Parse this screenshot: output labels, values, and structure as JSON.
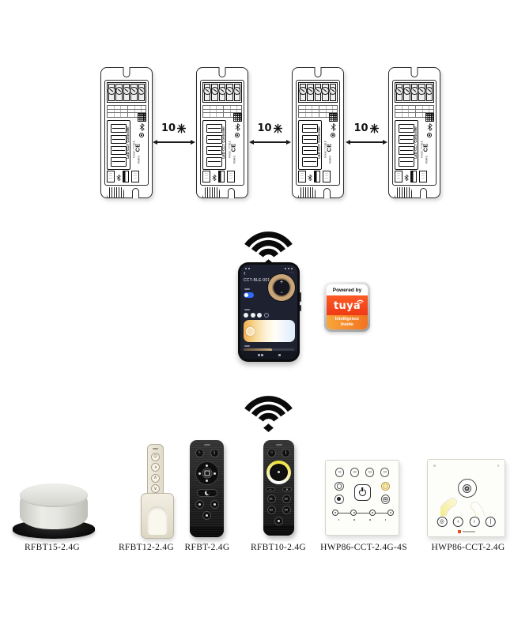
{
  "page": {
    "background": "#ffffff",
    "type": "product-connection-diagram"
  },
  "controller": {
    "title": "LED CCT Controller",
    "model": "Model: TY-BLE",
    "ce_mark": "CE",
    "rohs_mark": "RoHS",
    "count": 4,
    "terminals_per_unit": 5
  },
  "links": {
    "segments": [
      {
        "value": "10",
        "unit": "米",
        "label": "10米"
      },
      {
        "value": "10",
        "unit": "米",
        "label": "10米"
      },
      {
        "value": "10",
        "unit": "米",
        "label": "10米"
      }
    ]
  },
  "wifi_icons": {
    "top": "wifi-signal",
    "bottom": "wifi-signal"
  },
  "phone_app": {
    "back_icon": "‹",
    "title": "CCT-BLE-001",
    "menu_icon": "···",
    "dial_plus": "+",
    "dial_minus": "−",
    "toggle_state": "on",
    "progress_pct": 57,
    "colors": {
      "screen_bg": "#1e2130",
      "dial_ring": "#c9a678",
      "toggle_accent": "#2e6bf6",
      "cct_warm": "#f1ae4e",
      "cct_cool": "#ddeafa",
      "progress_fill": "#c9ad82"
    }
  },
  "tuya_badge": {
    "powered_by": "Powered by",
    "brand": "tuya",
    "tagline_line1": "Intelligence",
    "tagline_line2": "Inside",
    "colors": {
      "brand_bg_top": "#fb5b25",
      "brand_bg_bottom": "#ef3a16",
      "tagline_bg_left": "#f7a63c",
      "tagline_bg_right": "#f3731f"
    }
  },
  "products": [
    {
      "label": "RFBT15-2.4G",
      "type": "rotary-knob-remote"
    },
    {
      "label": "RFBT12-2.4G",
      "type": "stick-remote-with-wall-holder",
      "button_glyphs": [
        "⊙",
        "◑",
        "∧",
        "∨"
      ]
    },
    {
      "label": "RFBT-2.4G",
      "type": "handheld-remote",
      "off_glyph": "○",
      "on_glyph": "|"
    },
    {
      "label": "RFBT10-2.4G",
      "type": "handheld-remote-cct-wheel",
      "off_glyph": "○",
      "on_glyph": "|",
      "minus_glyph": "−",
      "plus_glyph": "+",
      "scene_buttons": [
        "S1",
        "S2",
        "S3",
        "S4"
      ]
    },
    {
      "label": "HWP86-CCT-2.4G-4S",
      "type": "wall-touch-panel-4-scene",
      "scene_buttons": [
        "S1",
        "S2",
        "S3",
        "S4"
      ]
    },
    {
      "label": "HWP86-CCT-2.4G",
      "type": "wall-touch-panel-dial",
      "button_glyphs": [
        "◎",
        "‹",
        "›",
        "|"
      ]
    }
  ]
}
